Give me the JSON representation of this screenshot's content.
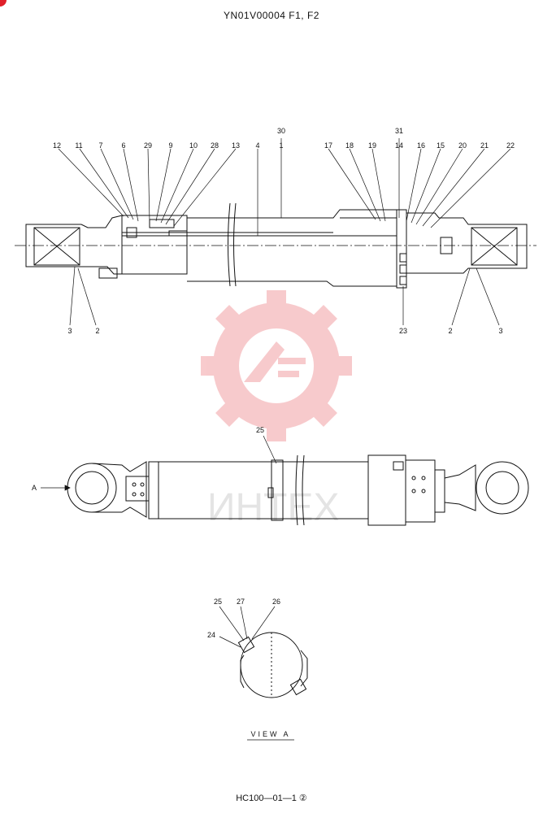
{
  "header": {
    "title": "YN01V00004 F1, F2"
  },
  "footer": {
    "code": "HC100—01—1 ②"
  },
  "watermark": {
    "text": "ИНТЕХ",
    "color": "#f2a0a4"
  },
  "callouts": {
    "c12": "12",
    "c11": "11",
    "c7": "7",
    "c6": "6",
    "c29": "29",
    "c9": "9",
    "c10": "10",
    "c28": "28",
    "c13": "13",
    "c4": "4",
    "c30": "30",
    "c1": "1",
    "c17": "17",
    "c18": "18",
    "c19": "19",
    "c31": "31",
    "c14": "14",
    "c16": "16",
    "c15": "15",
    "c20": "20",
    "c21": "21",
    "c22": "22",
    "c3a": "3",
    "c2a": "2",
    "c23": "23",
    "c2b": "2",
    "c3b": "3",
    "c25": "25",
    "cA": "A",
    "v25": "25",
    "v27": "27",
    "v26": "26",
    "v24": "24"
  },
  "view": {
    "label": "VIEW  A"
  }
}
